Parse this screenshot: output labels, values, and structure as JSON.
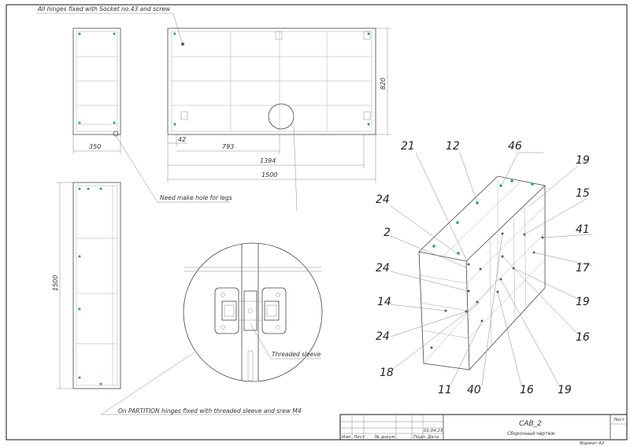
{
  "notes": {
    "hinges_socket": "All hinges fixed with Socket no.43 and screw",
    "legs_hole": "Need make hole for legs",
    "partition_hinges": "On PARTITION hinges fixed with threaded sleeve and srew M4",
    "threaded_sleeve": "Threaded sleeve"
  },
  "dimensions": {
    "side_width": "350",
    "front_height": "820",
    "offset_42": "42",
    "dim_793": "793",
    "dim_1394": "1394",
    "dim_1500_bottom": "1500",
    "dim_1500_left": "1500"
  },
  "callouts": [
    "21",
    "12",
    "46",
    "19",
    "24",
    "15",
    "2",
    "41",
    "17",
    "24",
    "19",
    "14",
    "24",
    "16",
    "18",
    "11",
    "40",
    "16",
    "19"
  ],
  "title_block": {
    "code": "CAB_2",
    "name": "Сборочный чертеж",
    "sheet_label": "Лист",
    "format": "Формат A3",
    "cols": [
      "Изм",
      "Лист",
      "№ докум.",
      "Подп.",
      "Дата"
    ],
    "stamp": "01.04.23"
  }
}
